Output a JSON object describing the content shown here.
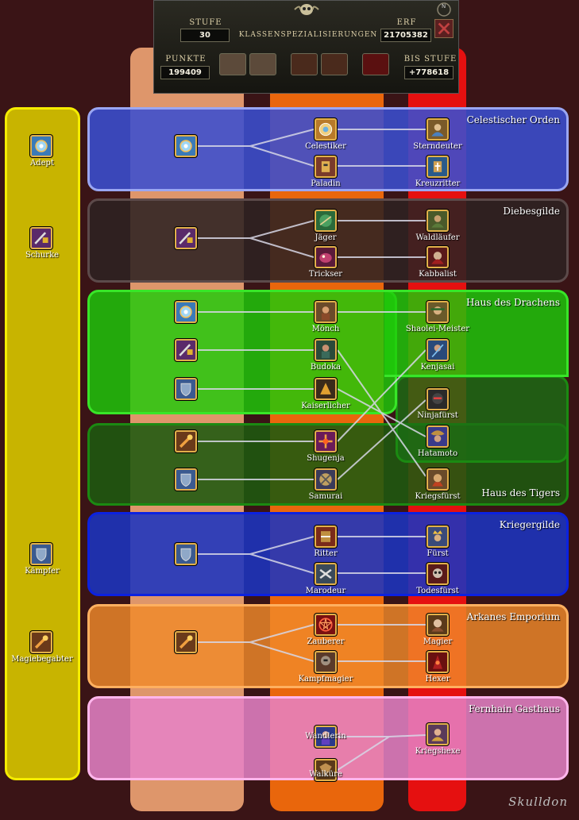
{
  "header": {
    "title": "KLASSENSPEZIALISIERUNGEN",
    "stufe_label": "STUFE",
    "stufe_value": "30",
    "erf_label": "ERF",
    "erf_value": "21705382",
    "punkte_label": "PUNKTE",
    "punkte_value": "199409",
    "bis_stufe_label": "BIS STUFE",
    "bis_stufe_value": "+778618"
  },
  "base_classes": [
    "Adept",
    "Schurke",
    "Kämpfer",
    "Magiebegabter"
  ],
  "guilds": [
    {
      "name": "Celestischer Orden",
      "color": "#3a4fd0",
      "border": "#9aa6f2"
    },
    {
      "name": "Diebesgilde",
      "color": "#2e2222",
      "border": "#5c4a4a"
    },
    {
      "name": "Haus des Drachens",
      "color": "#1ecb0a",
      "border": "#38e628"
    },
    {
      "name": "Haus des Tigers",
      "color": "#1e5a10",
      "border": "#1b8a12"
    },
    {
      "name": "Kriegergilde",
      "color": "#1b34c0",
      "border": "#0c22e0"
    },
    {
      "name": "Arkanes Emporium",
      "color": "#f08a2a",
      "border": "#ffb060"
    },
    {
      "name": "Fernhain Gasthaus",
      "color": "#e683c8",
      "border": "#ffb6ec"
    }
  ],
  "tier1": [
    "Celestiker",
    "Paladin",
    "Jäger",
    "Trickser",
    "Mönch",
    "Budoka",
    "Kaiserlicher",
    "Shugenja",
    "Samurai",
    "Ritter",
    "Marodeur",
    "Zauberer",
    "Kampfmagier",
    "Wandlerin",
    "Walküre"
  ],
  "tier2": [
    "Sterndeuter",
    "Kreuzritter",
    "Waldläufer",
    "Kabbalist",
    "Shaolei-Meister",
    "Kenjasai",
    "Ninjafürst",
    "Hatamoto",
    "Kriegsfürst",
    "Fürst",
    "Todesfürst",
    "Magier",
    "Hexer",
    "Kriegshexe"
  ],
  "watermark": "Skulldon",
  "colors": {
    "background": "#3a1416",
    "left_column": "#c8b400",
    "column_peach": "#f5a878",
    "column_orange": "#f26a0c",
    "column_red": "#ee1010",
    "connector": "#d7d7e6"
  }
}
